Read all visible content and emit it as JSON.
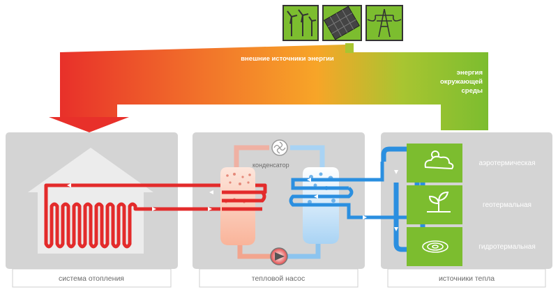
{
  "labels": {
    "external_sources": "внешние источники энергии",
    "ambient_energy": [
      "энергия",
      "окружающей",
      "среды"
    ],
    "condenser": "конденсатор",
    "heating_system": "система отопления",
    "heat_pump": "тепловой насос",
    "heat_sources": "источники тепла",
    "source_air": "аэротермическая",
    "source_geo": "геотермальная",
    "source_hydro": "гидротермальная"
  },
  "top_icons": [
    "wind-turbines-icon",
    "solar-panel-icon",
    "power-line-icon"
  ],
  "source_icons": [
    "cloud-sun-icon",
    "sprout-icon",
    "water-ripple-icon"
  ],
  "colors": {
    "panel": "#d4d4d4",
    "label_band": "#c9c9c9",
    "hot": "#e32b2b",
    "cold": "#2b8fe0",
    "green": "#7cbd2f",
    "orange": "#f39a2a"
  }
}
